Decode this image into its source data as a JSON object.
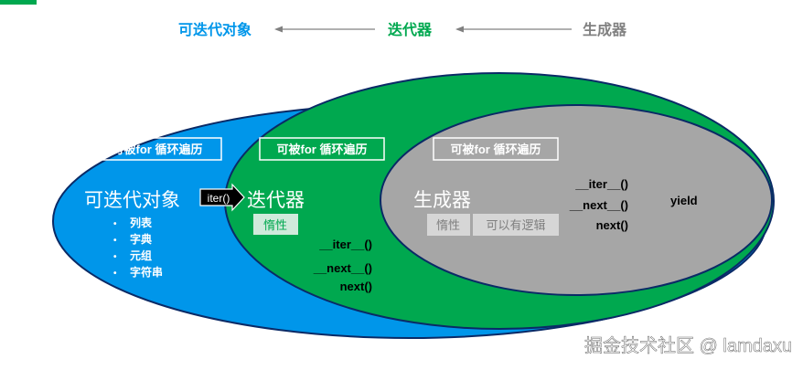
{
  "top_row": {
    "iterable": "可迭代对象",
    "iterator": "迭代器",
    "generator": "生成器"
  },
  "boxes": {
    "iterable_for": "可被for 循环遍历",
    "iterator_for": "可被for 循环遍历",
    "generator_for": "可被for 循环遍历"
  },
  "iterable": {
    "title": "可迭代对象",
    "items": [
      "列表",
      "字典",
      "元组",
      "字符串"
    ]
  },
  "iter_call": "iter()",
  "iterator": {
    "title": "迭代器",
    "lazy": "惰性",
    "methods": [
      "__iter__()",
      "__next__()",
      "next()"
    ]
  },
  "generator": {
    "title": "生成器",
    "lazy": "惰性",
    "logic": "可以有逻辑",
    "methods": [
      "__iter__()",
      "__next__()",
      "next()"
    ],
    "yield": "yield"
  },
  "watermark": "掘金技术社区 @ lamdaxu",
  "colors": {
    "blue": "#0096ea",
    "green": "#00a84f",
    "gray": "#a6a6a6",
    "dark_gray": "#595959"
  }
}
